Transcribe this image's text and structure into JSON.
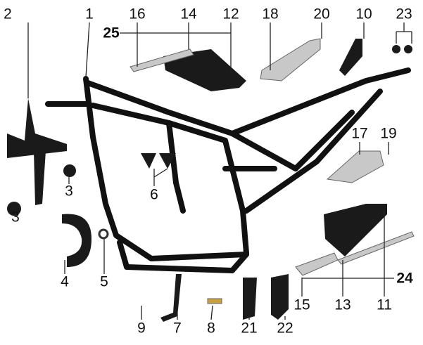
{
  "diagram": {
    "type": "motorcycle frame exploded parts diagram",
    "callouts": [
      {
        "id": "l1",
        "text": "1"
      },
      {
        "id": "l2",
        "text": "2"
      },
      {
        "id": "l3a",
        "text": "3"
      },
      {
        "id": "l3b",
        "text": "3"
      },
      {
        "id": "l4",
        "text": "4"
      },
      {
        "id": "l5",
        "text": "5"
      },
      {
        "id": "l6",
        "text": "6"
      },
      {
        "id": "l7",
        "text": "7"
      },
      {
        "id": "l8",
        "text": "8"
      },
      {
        "id": "l9",
        "text": "9"
      },
      {
        "id": "l10",
        "text": "10"
      },
      {
        "id": "l11",
        "text": "11"
      },
      {
        "id": "l12",
        "text": "12"
      },
      {
        "id": "l13",
        "text": "13"
      },
      {
        "id": "l14",
        "text": "14"
      },
      {
        "id": "l15",
        "text": "15"
      },
      {
        "id": "l16",
        "text": "16"
      },
      {
        "id": "l17",
        "text": "17"
      },
      {
        "id": "l18",
        "text": "18"
      },
      {
        "id": "l19",
        "text": "19"
      },
      {
        "id": "l20",
        "text": "20"
      },
      {
        "id": "l21",
        "text": "21"
      },
      {
        "id": "l22",
        "text": "22"
      },
      {
        "id": "l23",
        "text": "23"
      },
      {
        "id": "l24",
        "text": "24"
      },
      {
        "id": "l25",
        "text": "25"
      }
    ]
  }
}
